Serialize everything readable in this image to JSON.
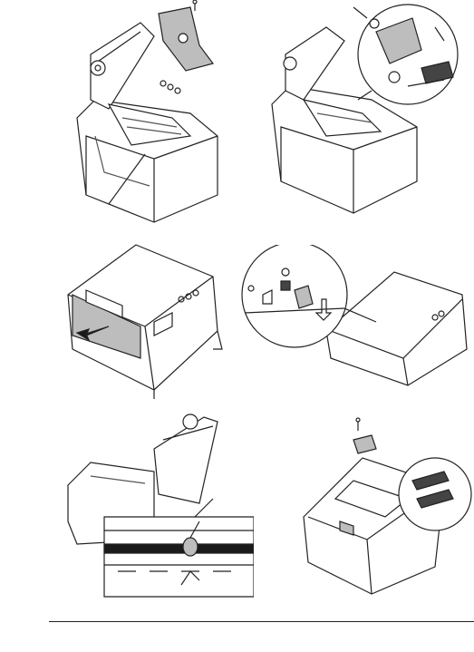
{
  "figure": {
    "panels": [
      {
        "id": "panel-1",
        "subject": "printer-open-cover-remove-guide"
      },
      {
        "id": "panel-2",
        "subject": "printer-magnified-guide-slot"
      },
      {
        "id": "panel-3",
        "subject": "printer-closed-cover-slide-arrow"
      },
      {
        "id": "panel-4",
        "subject": "printer-magnified-paper-guide-arrows"
      },
      {
        "id": "panel-5",
        "subject": "printer-cleaning-head-cotton-swab"
      },
      {
        "id": "panel-6",
        "subject": "printer-bottom-screw-pads"
      }
    ]
  },
  "colors": {
    "line": "#222222",
    "fill": "#ffffff",
    "shade": "#bdbdbd",
    "dark": "#1a1a1a"
  }
}
